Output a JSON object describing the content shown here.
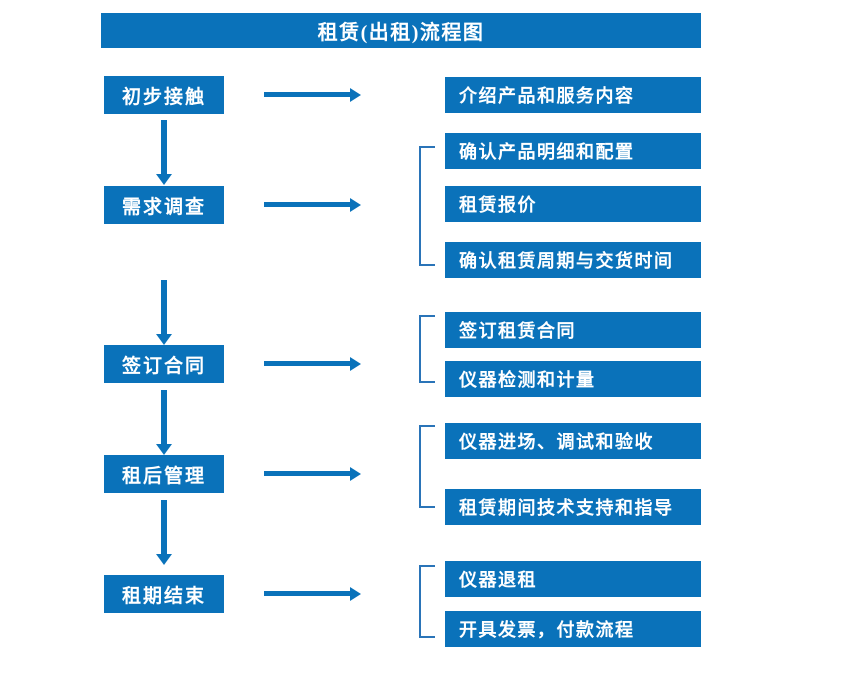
{
  "diagram": {
    "title": "租赁(出租)流程图",
    "accent_color": "#0a72ba",
    "bracket_color": "#2a74b8",
    "text_color": "#ffffff",
    "background_color": "#ffffff",
    "stages": [
      {
        "label": "初步接触"
      },
      {
        "label": "需求调查"
      },
      {
        "label": "签订合同"
      },
      {
        "label": "租后管理"
      },
      {
        "label": "租期结束"
      }
    ],
    "details": [
      {
        "label": "介绍产品和服务内容"
      },
      {
        "label": "确认产品明细和配置"
      },
      {
        "label": "租赁报价"
      },
      {
        "label": "确认租赁周期与交货时间"
      },
      {
        "label": "签订租赁合同"
      },
      {
        "label": "仪器检测和计量"
      },
      {
        "label": "仪器进场、调试和验收"
      },
      {
        "label": "租赁期间技术支持和指导"
      },
      {
        "label": "仪器退租"
      },
      {
        "label": "开具发票，付款流程"
      }
    ],
    "groups": [
      {
        "stage": "需求调查",
        "detail_labels": [
          "确认产品明细和配置",
          "租赁报价",
          "确认租赁周期与交货时间"
        ]
      },
      {
        "stage": "签订合同",
        "detail_labels": [
          "签订租赁合同",
          "仪器检测和计量"
        ]
      },
      {
        "stage": "租后管理",
        "detail_labels": [
          "仪器进场、调试和验收",
          "租赁期间技术支持和指导"
        ]
      },
      {
        "stage": "租期结束",
        "detail_labels": [
          "仪器退租",
          "开具发票，付款流程"
        ]
      }
    ],
    "connectors": {
      "horizontal_arrow_name": "flow-arrow-right",
      "vertical_arrow_name": "flow-arrow-down",
      "bracket_name": "group-bracket"
    }
  }
}
